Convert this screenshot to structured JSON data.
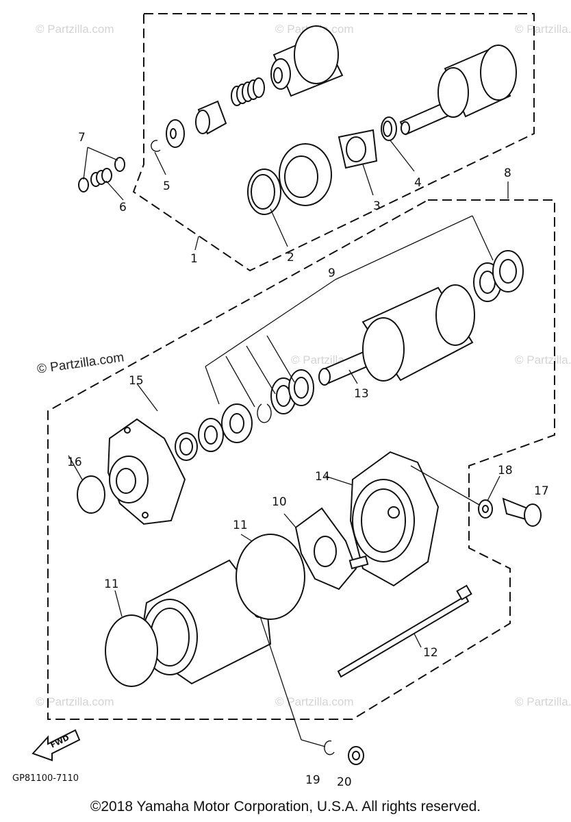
{
  "watermarks": {
    "text": "© Partzilla.com",
    "visible": "© Partzilla.com"
  },
  "callouts": {
    "c1": "1",
    "c2": "2",
    "c3": "3",
    "c4": "4",
    "c5": "5",
    "c6": "6",
    "c7": "7",
    "c8": "8",
    "c9": "9",
    "c10": "10",
    "c11a": "11",
    "c11b": "11",
    "c12": "12",
    "c13": "13",
    "c14": "14",
    "c15": "15",
    "c16": "16",
    "c17": "17",
    "c18": "18",
    "c19": "19",
    "c20": "20"
  },
  "fwd_label": "FWD",
  "diagram_code": "GP81100-7110",
  "copyright": "©2018  Yamaha Motor Corporation, U.S.A. All rights reserved."
}
